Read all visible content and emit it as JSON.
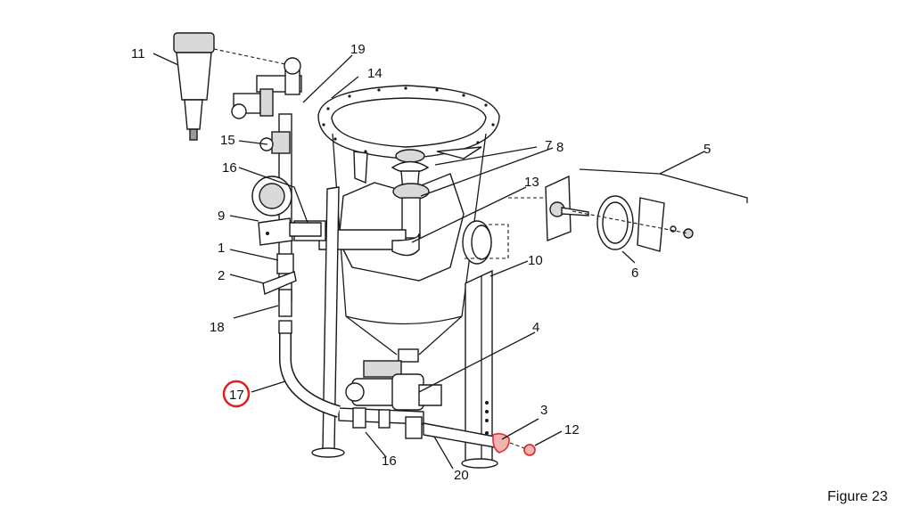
{
  "figure_label": "Figure 23",
  "callouts": {
    "c1": "1",
    "c2": "2",
    "c3": "3",
    "c4": "4",
    "c5": "5",
    "c6": "6",
    "c7": "7",
    "c8": "8",
    "c9": "9",
    "c10": "10",
    "c11": "11",
    "c12": "12",
    "c13": "13",
    "c14": "14",
    "c15": "15",
    "c16a": "16",
    "c16b": "16",
    "c17": "17",
    "c18": "18",
    "c19": "19",
    "c20": "20"
  },
  "highlight": {
    "callout": "17",
    "color": "#e02020"
  },
  "highlight_parts_color": "#e03030"
}
